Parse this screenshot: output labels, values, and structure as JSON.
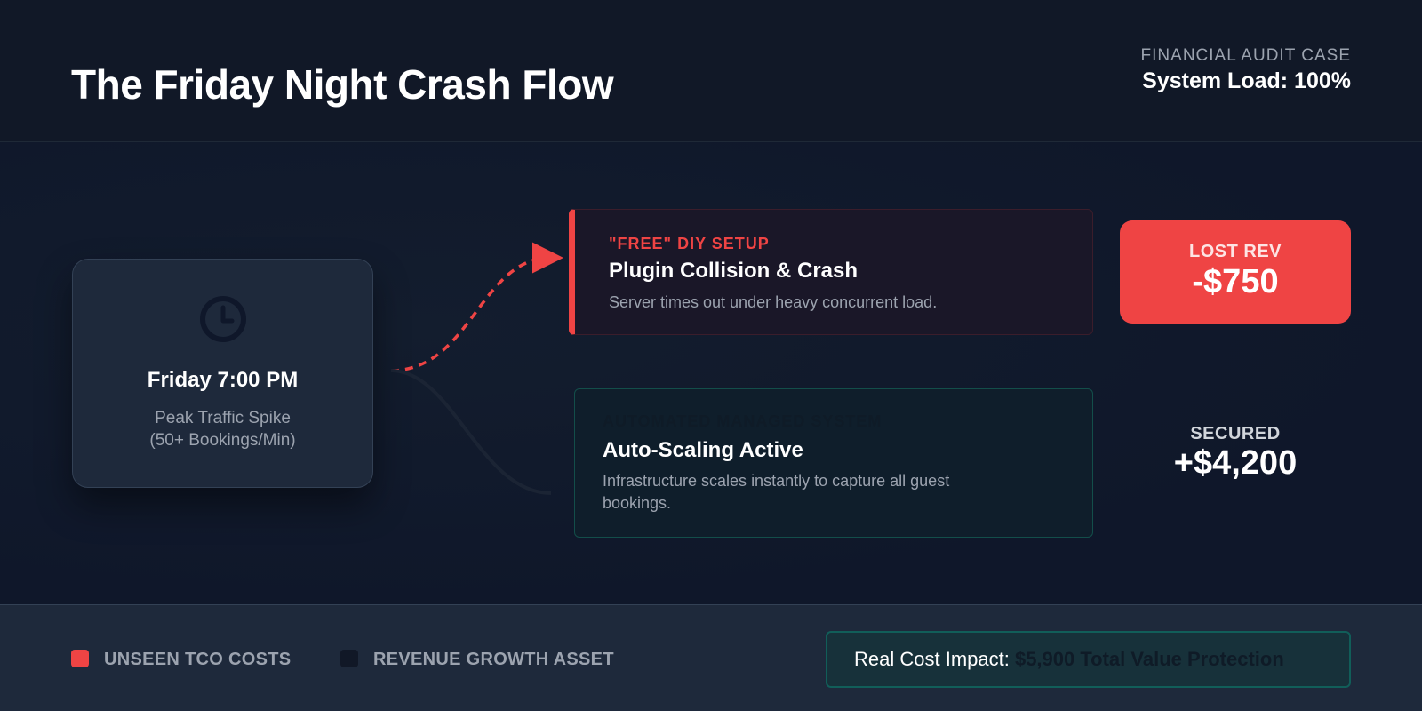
{
  "header": {
    "eyebrow": "",
    "title": "The Friday Night Crash Flow",
    "case_label": "FINANCIAL AUDIT CASE",
    "system_load": "System Load: 100%"
  },
  "source": {
    "icon": "clock-icon",
    "time": "Friday 7:00 PM",
    "desc_line1": "Peak Traffic Spike",
    "desc_line2": "(50+ Bookings/Min)"
  },
  "paths": {
    "diy": {
      "tag": "\"FREE\" DIY SETUP",
      "title": "Plugin Collision & Crash",
      "desc": "Server times out under heavy concurrent load.",
      "result_label": "LOST REV",
      "result_value": "-$750"
    },
    "managed": {
      "tag": "AUTOMATED MANAGED SYSTEM",
      "title": "Auto-Scaling Active",
      "desc": "Infrastructure scales instantly to capture all guest bookings.",
      "result_label": "SECURED",
      "result_value": "+$4,200"
    }
  },
  "footer": {
    "legend": [
      {
        "label": "UNSEEN TCO COSTS",
        "color": "#ef4444"
      },
      {
        "label": "REVENUE GROWTH ASSET",
        "color": "#111827"
      }
    ],
    "impact_label": "Real Cost Impact:",
    "impact_value": "$5,900 Total Value Protection"
  },
  "colors": {
    "loss": "#ef4444",
    "background": "#111827",
    "card": "#1e293b",
    "muted_text": "#9ca3af"
  }
}
